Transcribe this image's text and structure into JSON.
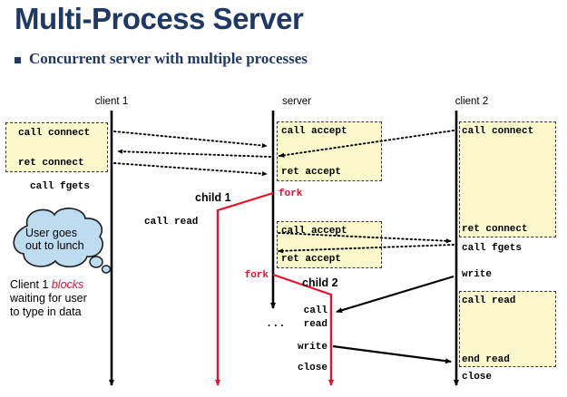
{
  "slide": {
    "title": "Multi-Process Server",
    "bullet": "Concurrent server with multiple processes",
    "accent_color": "#1F3864",
    "red_color": "#E8112D",
    "box_fill": "#FBF8CC",
    "cloud_fill": "#BDDCF0"
  },
  "diagram": {
    "columns": [
      {
        "name": "client-1",
        "label": "client 1"
      },
      {
        "name": "server",
        "label": "server"
      },
      {
        "name": "client-2",
        "label": "client 2"
      }
    ],
    "client1": {
      "box_calls": [
        "call connect",
        "ret connect"
      ],
      "call_fgets": "call fgets",
      "cloud_line1": "User goes",
      "cloud_line2": "out to lunch",
      "caption_line1_a": "Client 1 ",
      "caption_line1_em": "blocks",
      "caption_line2": "waiting for user",
      "caption_line3": "to type in data"
    },
    "server": {
      "box1_calls": [
        "call accept",
        "ret accept"
      ],
      "fork1": "fork",
      "box2_calls": [
        "call accept",
        "ret accept"
      ],
      "fork2": "fork",
      "ellipsis": "..."
    },
    "child1": {
      "label": "child 1",
      "call_read": "call read"
    },
    "child2": {
      "label": "child 2",
      "call": "call",
      "read": "read",
      "write": "write",
      "close": "close"
    },
    "client2": {
      "box_calls": [
        "call connect",
        "ret connect"
      ],
      "call_fgets": "call fgets",
      "write": "write",
      "read_box": [
        "call read",
        "end read"
      ],
      "close": "close"
    }
  }
}
